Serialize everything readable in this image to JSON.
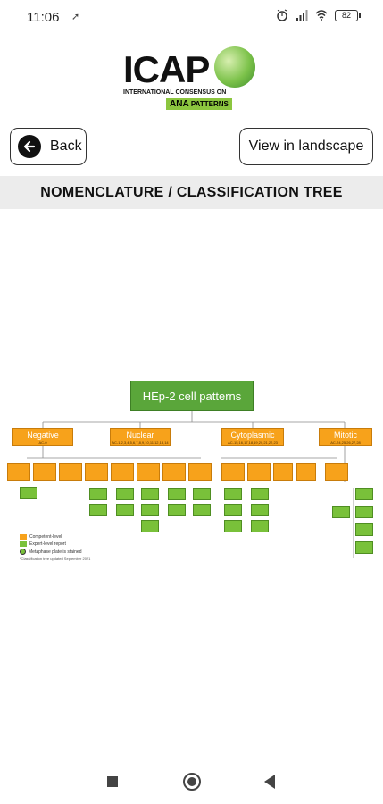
{
  "status_bar": {
    "time": "11:06",
    "battery": "82"
  },
  "logo": {
    "title": "ICAP",
    "subtitle": "INTERNATIONAL CONSENSUS ON",
    "ana": "ANA",
    "patterns": "PATTERNS"
  },
  "buttons": {
    "back": "Back",
    "landscape": "View in landscape"
  },
  "page_title": "NOMENCLATURE / CLASSIFICATION TREE",
  "tree": {
    "root": "HEp-2 cell patterns",
    "categories": [
      {
        "label": "Negative",
        "codes": "AC-0"
      },
      {
        "label": "Nuclear",
        "codes": "AC-1,2,3,4,5,6,7,8,9,10,11,12,13,14"
      },
      {
        "label": "Cytoplasmic",
        "codes": "AC-15,16,17,18,19,20,21,22,23"
      },
      {
        "label": "Mitotic",
        "codes": "AC-24,25,26,27,28"
      }
    ],
    "legend": [
      {
        "label": "Competent-level"
      },
      {
        "label": "Expert-level report"
      },
      {
        "label": "Metaphase plate is stained"
      }
    ],
    "legend_footnote": "*Classification tree updated September 2021"
  },
  "colors": {
    "orange": "#f7a21b",
    "green": "#79c13a",
    "root_green": "#5aa63a"
  }
}
